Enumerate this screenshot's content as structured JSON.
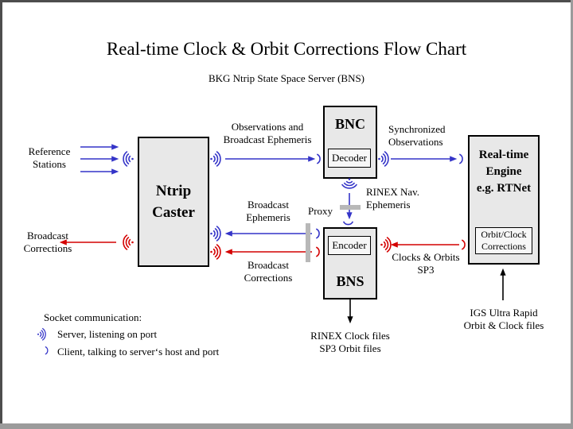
{
  "title": "Real-time Clock & Orbit Corrections Flow Chart",
  "subtitle": "BKG Ntrip State Space Server  (BNS)",
  "boxes": {
    "ntrip_caster": "Ntrip\nCaster",
    "bnc": "BNC",
    "decoder": "Decoder",
    "bns": "BNS",
    "encoder": "Encoder",
    "rt_engine": "Real-time\nEngine\ne.g. RTNet",
    "orbit_clock": "Orbit/Clock\nCorrections"
  },
  "labels": {
    "reference_stations": "Reference\nStations",
    "broadcast_corrections_left": "Broadcast\nCorrections",
    "observations": "Observations and\nBroadcast Ephemeris",
    "synchronized": "Synchronized\nObservations",
    "rinex_nav": "RINEX Nav.\nEphemeris",
    "proxy": "Proxy",
    "broadcast_ephemeris": "Broadcast\nEphemeris",
    "broadcast_corrections_mid": "Broadcast\nCorrections",
    "clocks_orbits": "Clocks & Orbits\nSP3",
    "rinex_clock_files": "RINEX Clock files\nSP3 Orbit files",
    "igs_ultra_rapid": "IGS Ultra Rapid\nOrbit & Clock files"
  },
  "legend": {
    "heading": "Socket communication:",
    "server": "Server, listening on port",
    "client": "Client, talking to server‘s host and port"
  },
  "icons": {
    "server_socket": "three-arc-wave",
    "client_socket": "single-arc"
  },
  "colors": {
    "blue_link": "#3434c8",
    "red_link": "#d40000",
    "box_fill": "#e8e8e8",
    "subbox_fill": "#f7f7f7",
    "proxy_bar": "#b8b8b8",
    "frame_dark": "#4d4d4d",
    "frame_light": "#9b9b9b"
  }
}
